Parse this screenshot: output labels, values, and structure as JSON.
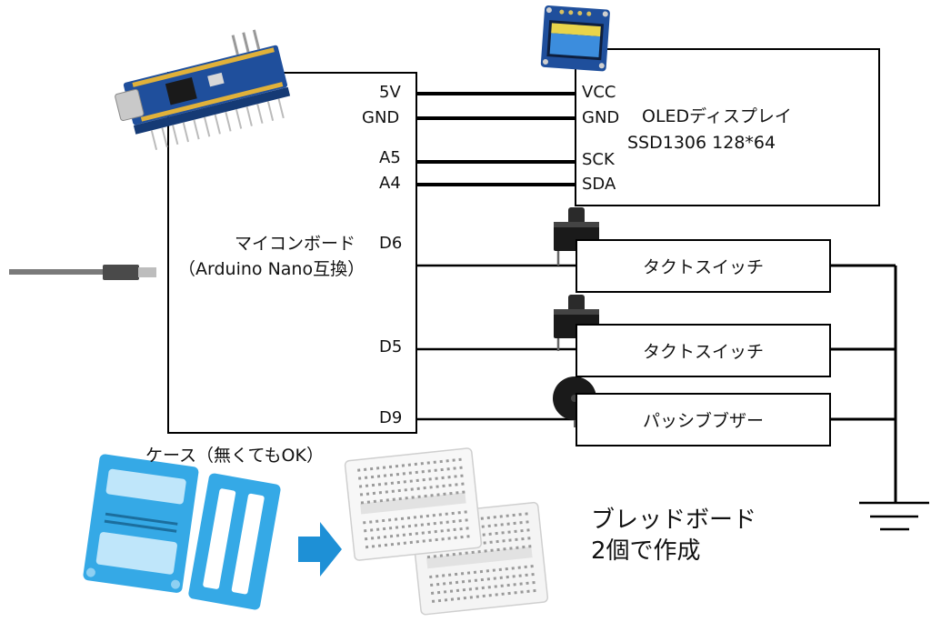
{
  "arduino": {
    "name_line1": "マイコンボード",
    "name_line2": "（Arduino Nano互換）",
    "pins": {
      "p5v": "5V",
      "gnd": "GND",
      "a5": "A5",
      "a4": "A4",
      "d6": "D6",
      "d5": "D5",
      "d9": "D9"
    }
  },
  "oled": {
    "title_line1": "OLEDディスプレイ",
    "title_line2": "SSD1306 128*64",
    "pins": {
      "vcc": "VCC",
      "gnd": "GND",
      "sck": "SCK",
      "sda": "SDA"
    }
  },
  "switch1": {
    "label": "タクトスイッチ"
  },
  "switch2": {
    "label": "タクトスイッチ"
  },
  "buzzer": {
    "label": "パッシブブザー"
  },
  "case": {
    "label": "ケース（無くてもOK）"
  },
  "breadboard": {
    "line1": "ブレッドボード",
    "line2": "2個で作成"
  },
  "colors": {
    "wire": "#000000",
    "pcb": "#1f4f9c",
    "case": "#35a9e6",
    "arrow": "#1e90d6"
  }
}
